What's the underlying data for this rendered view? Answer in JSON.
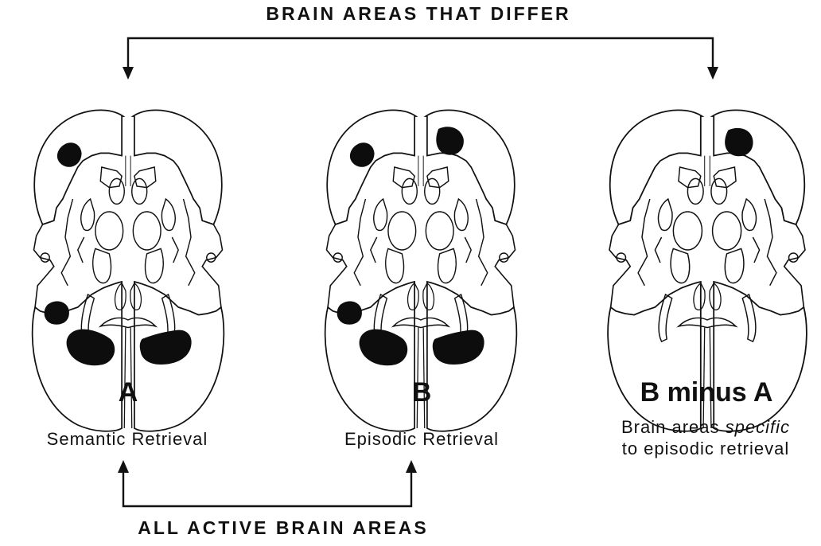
{
  "top_label": "BRAIN AREAS THAT DIFFER",
  "bottom_label": "ALL ACTIVE BRAIN AREAS",
  "panels": [
    {
      "letter": "A",
      "caption": "Semantic Retrieval"
    },
    {
      "letter": "B",
      "caption": "Episodic Retrieval"
    },
    {
      "letter": "B minus A",
      "caption_line1_a": "Brain areas ",
      "caption_line1_em": "specific",
      "caption_line2": "to episodic retrieval"
    }
  ],
  "colors": {
    "ink": "#111111",
    "activation": "#0d0d0d",
    "background": "#ffffff"
  }
}
